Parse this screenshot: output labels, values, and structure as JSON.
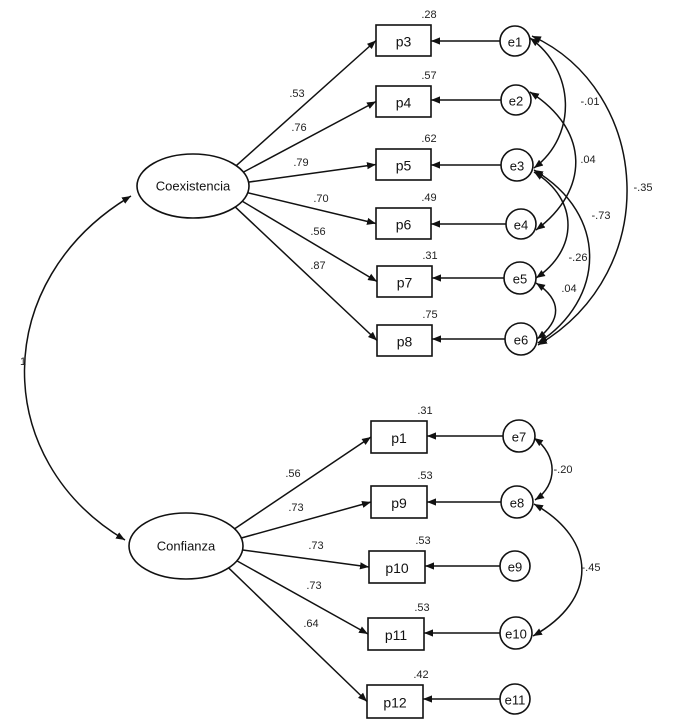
{
  "diagram": {
    "type": "structural-equation-model",
    "colors": {
      "stroke": "#111111",
      "background": "#ffffff"
    },
    "latent_factors": [
      {
        "id": "coex",
        "label": "Coexistencia"
      },
      {
        "id": "conf",
        "label": "Confianza"
      }
    ],
    "factor_correlation": {
      "from": "coex",
      "to": "conf",
      "label": "1"
    },
    "indicators": [
      {
        "id": "p3",
        "label": "p3",
        "factor": "coex",
        "loading": ".53",
        "r2": ".28",
        "error": "e1"
      },
      {
        "id": "p4",
        "label": "p4",
        "factor": "coex",
        "loading": ".76",
        "r2": ".57",
        "error": "e2"
      },
      {
        "id": "p5",
        "label": "p5",
        "factor": "coex",
        "loading": ".79",
        "r2": ".62",
        "error": "e3"
      },
      {
        "id": "p6",
        "label": "p6",
        "factor": "coex",
        "loading": ".70",
        "r2": ".49",
        "error": "e4"
      },
      {
        "id": "p7",
        "label": "p7",
        "factor": "coex",
        "loading": ".56",
        "r2": ".31",
        "error": "e5"
      },
      {
        "id": "p8",
        "label": "p8",
        "factor": "coex",
        "loading": ".87",
        "r2": ".75",
        "error": "e6"
      },
      {
        "id": "p1",
        "label": "p1",
        "factor": "conf",
        "loading": ".56",
        "r2": ".31",
        "error": "e7"
      },
      {
        "id": "p9",
        "label": "p9",
        "factor": "conf",
        "loading": ".73",
        "r2": ".53",
        "error": "e8"
      },
      {
        "id": "p10",
        "label": "p10",
        "factor": "conf",
        "loading": ".73",
        "r2": ".53",
        "error": "e9"
      },
      {
        "id": "p11",
        "label": "p11",
        "factor": "conf",
        "loading": ".73",
        "r2": ".53",
        "error": "e10"
      },
      {
        "id": "p12",
        "label": "p12",
        "factor": "conf",
        "loading": ".64",
        "r2": ".42",
        "error": "e11"
      }
    ],
    "error_covariances": [
      {
        "from": "e1",
        "to": "e3",
        "label": "-.01"
      },
      {
        "from": "e2",
        "to": "e4",
        "label": ".04"
      },
      {
        "from": "e1",
        "to": "e6",
        "label": "-.35"
      },
      {
        "from": "e3",
        "to": "e6",
        "label": "-.73"
      },
      {
        "from": "e3",
        "to": "e5",
        "label": "-.26"
      },
      {
        "from": "e5",
        "to": "e6",
        "label": ".04"
      },
      {
        "from": "e7",
        "to": "e8",
        "label": "-.20"
      },
      {
        "from": "e8",
        "to": "e10",
        "label": "-.45"
      }
    ]
  }
}
